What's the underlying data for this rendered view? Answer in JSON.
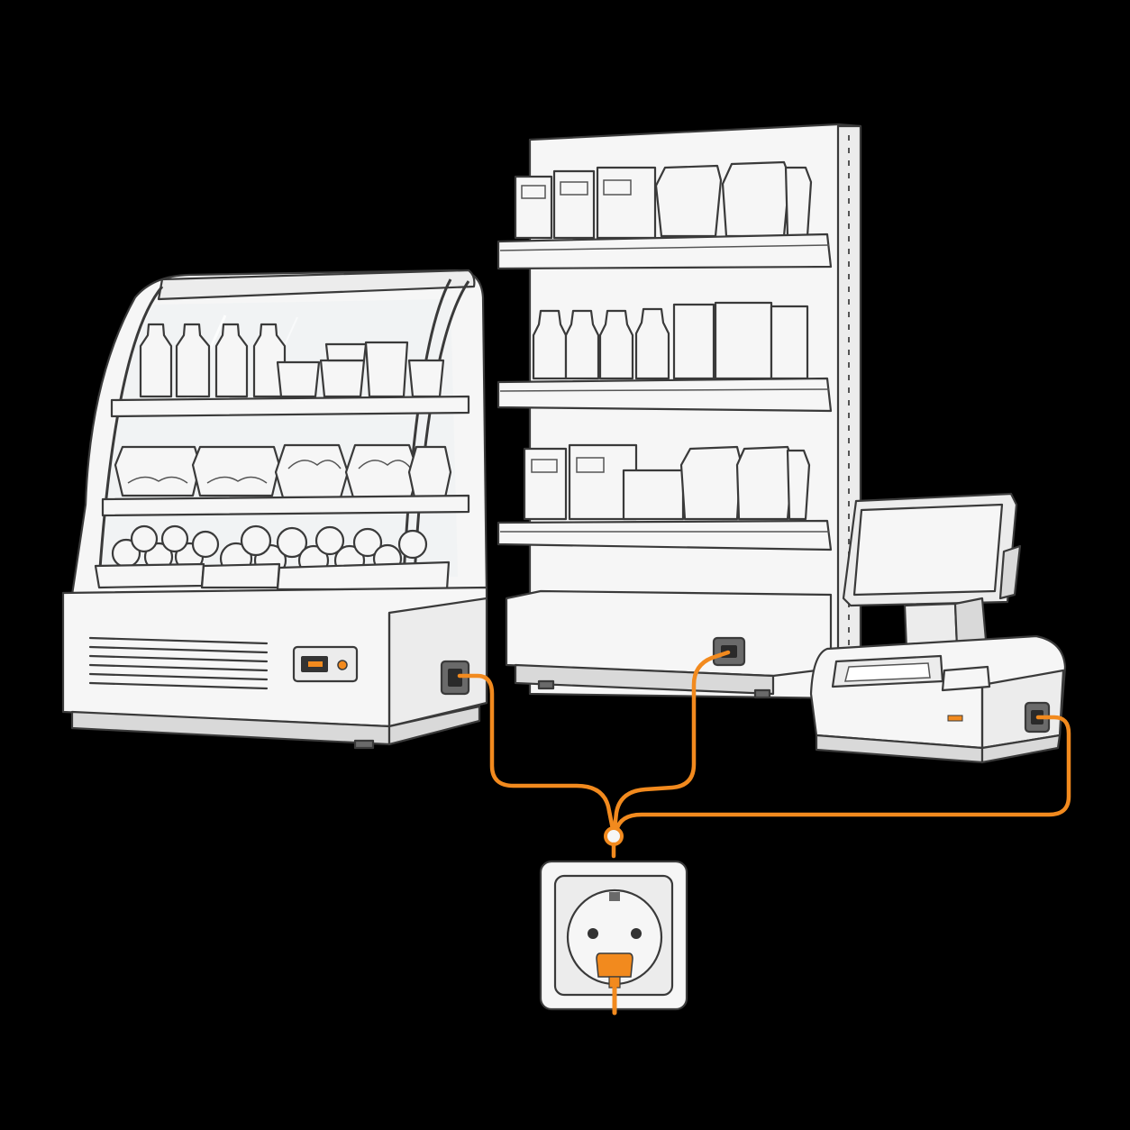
{
  "scene": {
    "background": "#000000",
    "outline_color": "#3a3a3a",
    "appliance_color": "#f6f6f6",
    "cable_color": "#f28a1e",
    "indicator_color": "#f28a1e"
  },
  "components": [
    {
      "id": "refrigerated-display-case",
      "icon": "refrigerated-display-case-icon"
    },
    {
      "id": "shelving-unit",
      "icon": "shelving-unit-icon"
    },
    {
      "id": "pos-terminal",
      "icon": "pos-terminal-icon"
    },
    {
      "id": "wall-socket",
      "icon": "wall-socket-icon"
    }
  ],
  "connections": [
    {
      "from": "refrigerated-display-case",
      "to": "wall-socket"
    },
    {
      "from": "shelving-unit",
      "to": "wall-socket"
    },
    {
      "from": "pos-terminal",
      "to": "wall-socket"
    }
  ]
}
